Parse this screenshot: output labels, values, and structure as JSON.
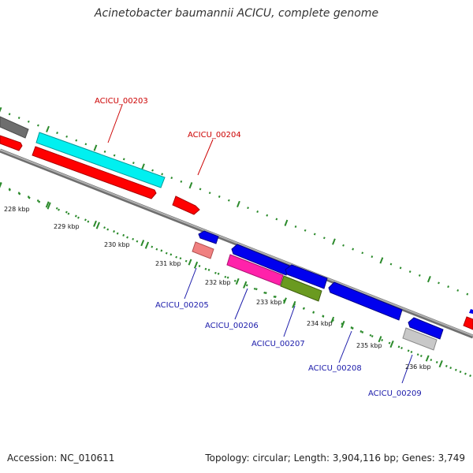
{
  "title": "Acinetobacter baumannii ACICU, complete genome",
  "footer": {
    "accession": "Accession: NC_010611",
    "topology_summary": "Topology: circular; Length: 3,904,116 bp; Genes: 3,749"
  },
  "colors": {
    "backbone": "#8c8c8c",
    "tick": "#2b8a2b",
    "label_red": "#cc0000",
    "label_blue": "#1a1aaa",
    "gene_red": "#ff0000",
    "gene_cyan": "#00f0f0",
    "gene_blue": "#0000ee",
    "gene_magenta": "#ff22aa",
    "gene_olive": "#6a9a20",
    "gene_grey": "#6e6e6e",
    "gene_lightgrey": "#c8c8c8",
    "gene_salmon": "#f08080"
  },
  "scale": {
    "unit": "kbp",
    "tick_labels": [
      "228 kbp",
      "229 kbp",
      "230 kbp",
      "231 kbp",
      "232 kbp",
      "233 kbp",
      "234 kbp",
      "235 kbp",
      "236 kbp"
    ]
  },
  "gene_labels": [
    {
      "name": "ACICU_00203",
      "color": "#cc0000"
    },
    {
      "name": "ACICU_00204",
      "color": "#cc0000"
    },
    {
      "name": "ACICU_00205",
      "color": "#1a1aaa"
    },
    {
      "name": "ACICU_00206",
      "color": "#1a1aaa"
    },
    {
      "name": "ACICU_00207",
      "color": "#1a1aaa"
    },
    {
      "name": "ACICU_00208",
      "color": "#1a1aaa"
    },
    {
      "name": "ACICU_00209",
      "color": "#1a1aaa"
    }
  ]
}
